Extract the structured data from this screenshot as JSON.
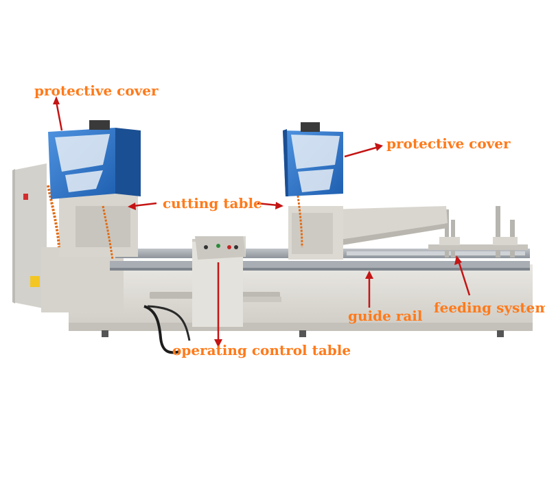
{
  "image": {
    "subject": "double-head aluminum cutting saw machine",
    "background": "#ffffff"
  },
  "colors": {
    "label": "#ff7a1a",
    "arrow": "#c41414",
    "cover_blue": "#2e74c9",
    "body_grey": "#dedcd6"
  },
  "labels": {
    "protective_cover_left": "protective cover",
    "protective_cover_right": "protective cover",
    "cutting_table": "cutting table",
    "operating_control_table": "operating control table",
    "guide_rail": "guide rail",
    "feeding_system": "feeding system"
  }
}
